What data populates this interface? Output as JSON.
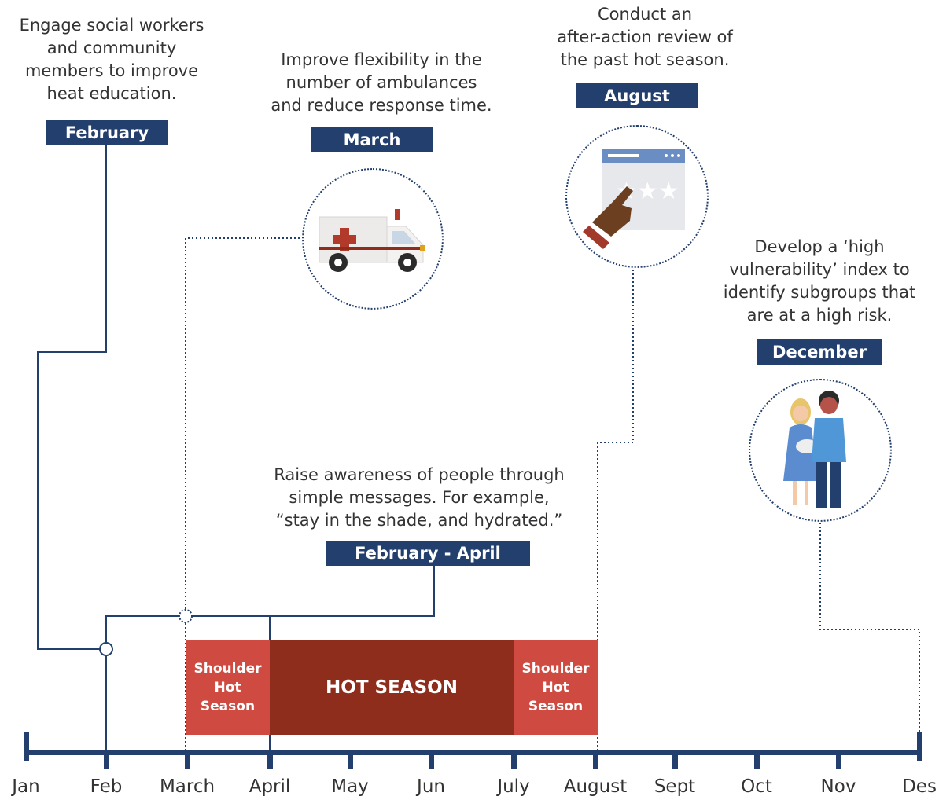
{
  "events": [
    {
      "id": "february",
      "text": [
        "Engage social workers",
        "and community",
        "members to improve",
        "heat education."
      ],
      "label": "February"
    },
    {
      "id": "march",
      "text": [
        "Improve flexibility in the",
        "number of ambulances",
        "and reduce response time."
      ],
      "label": "March",
      "icon": "ambulance-icon"
    },
    {
      "id": "august",
      "text": [
        "Conduct an",
        "after-action review of",
        "the past hot season."
      ],
      "label": "August",
      "icon": "review-rating-icon"
    },
    {
      "id": "december",
      "text": [
        "Develop a ‘high",
        "vulnerability’ index to",
        "identify subgroups that",
        "are at a high risk."
      ],
      "label": "December",
      "icon": "family-icon"
    },
    {
      "id": "feb-april",
      "text": [
        "Raise awareness of people through",
        "simple messages. For example,",
        "“stay in the shade, and hydrated.”"
      ],
      "label": "February - April"
    }
  ],
  "seasons": {
    "shoulder_start": [
      "Shoulder",
      "Hot",
      "Season"
    ],
    "hot": "HOT SEASON",
    "shoulder_end": [
      "Shoulder",
      "Hot",
      "Season"
    ]
  },
  "months": [
    "Jan",
    "Feb",
    "March",
    "April",
    "May",
    "Jun",
    "July",
    "August",
    "Sept",
    "Oct",
    "Nov",
    "Des"
  ],
  "colors": {
    "navy": "#223f6e",
    "shoulder": "#cf4a40",
    "hot": "#8e2d1c"
  }
}
